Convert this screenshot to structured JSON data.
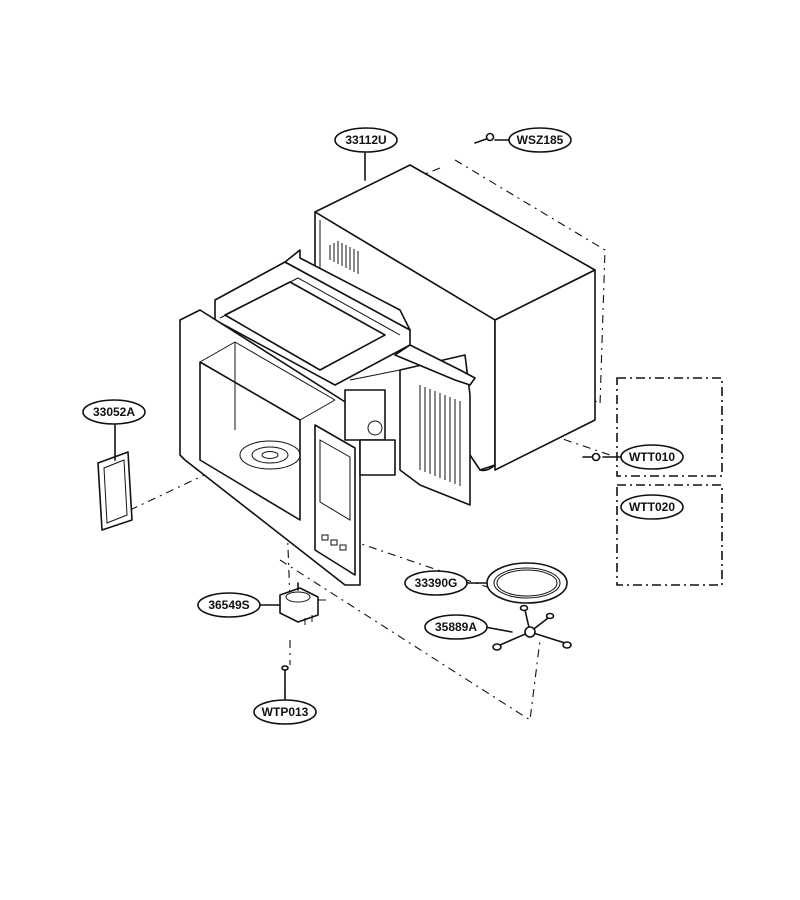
{
  "parts": {
    "outer_case": "33112U",
    "case_screw": "WSZ185",
    "cover_plate": "33052A",
    "screw_wtt010": "WTT010",
    "screw_wtt020": "WTT020",
    "turntable_tray": "33390G",
    "roller_support": "35889A",
    "turntable_motor": "36549S",
    "motor_screw": "WTP013"
  }
}
